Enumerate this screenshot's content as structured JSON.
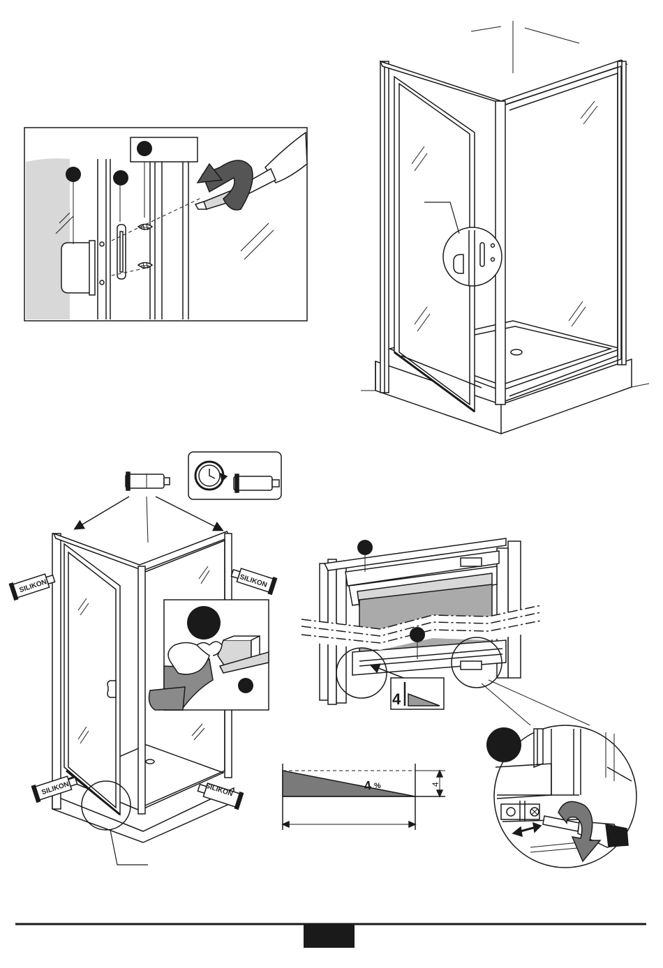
{
  "labels": {
    "silicone_tube": "SILIKON",
    "slope_percent_num": "4",
    "slope_percent_unit": "%",
    "slope_height": "4",
    "slope_inset_num": "4"
  },
  "icons": [
    "screwdriver-icon",
    "rotate-arrow-icon",
    "clock-icon",
    "silicone-cartridge-icon",
    "double-arrow-icon",
    "step-marker-icon"
  ],
  "colors": {
    "line": "#1a1a1a",
    "glass": "#ffffff",
    "grey_fill": "#9a9a9a",
    "light_grey": "#d8d8d8",
    "page_box": "#1a1a1a"
  }
}
